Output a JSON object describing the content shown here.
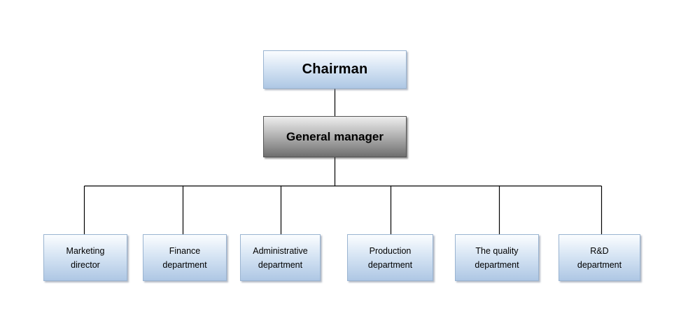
{
  "chairman": "Chairman",
  "general_manager": "General manager",
  "departments": [
    {
      "line1": "Marketing",
      "line2": "director"
    },
    {
      "line1": "Finance",
      "line2": "department"
    },
    {
      "line1": "Administrative",
      "line2": "department"
    },
    {
      "line1": "Production",
      "line2": "department"
    },
    {
      "line1": "The quality",
      "line2": "department"
    },
    {
      "line1": "R&D",
      "line2": "department"
    }
  ],
  "colors": {
    "connector": "#000000",
    "box_blue_light": "#fbfdff",
    "box_blue_dark": "#aec7e4",
    "box_gray_light": "#eeeeee",
    "box_gray_dark": "#6f6f6f"
  }
}
